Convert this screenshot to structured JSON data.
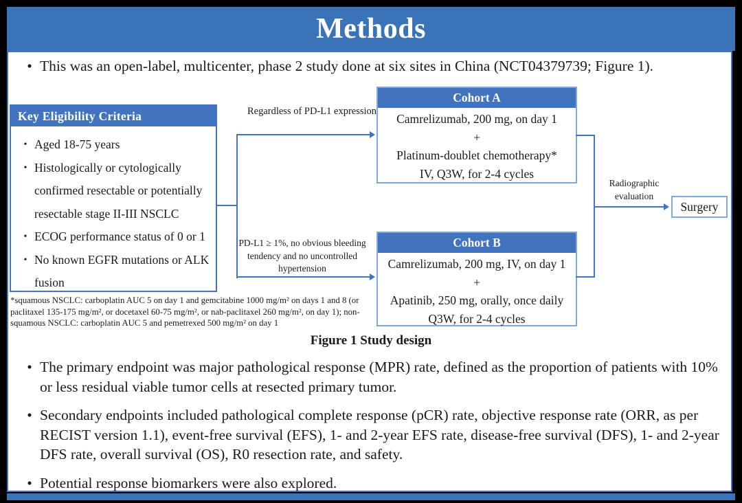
{
  "slide": {
    "title": "Methods",
    "intro_bullet": "This was an open-label, multicenter, phase 2 study done at six sites in China (NCT04379739; Figure 1).",
    "figure": {
      "eligibility": {
        "header": "Key  Eligibility Criteria",
        "items": [
          "Aged 18-75 years",
          "Histologically or cytologically confirmed resectable or potentially resectable stage II-III NSCLC",
          "ECOG performance status of 0 or 1",
          "No known EGFR mutations or ALK fusion"
        ]
      },
      "branch_labels": {
        "top": "Regardless of PD-L1 expression",
        "bottom": "PD-L1 ≥ 1%, no obvious bleeding tendency and no uncontrolled hypertension"
      },
      "cohort_a": {
        "header": "Cohort A",
        "lines": [
          "Camrelizumab, 200 mg, on day 1",
          "+",
          "Platinum-doublet chemotherapy*",
          "IV, Q3W, for 2-4 cycles"
        ]
      },
      "cohort_b": {
        "header": "Cohort B",
        "lines": [
          "Camrelizumab, 200 mg, IV, on day 1",
          "+",
          "Apatinib, 250 mg, orally, once daily",
          "Q3W, for 2-4 cycles"
        ]
      },
      "evaluation_label": "Radiographic evaluation",
      "surgery_label": "Surgery",
      "footnote": "*squamous NSCLC: carboplatin AUC 5 on day 1 and gemcitabine 1000 mg/m² on days 1 and 8 (or paclitaxel 135-175 mg/m², or docetaxel 60-75 mg/m², or nab-paclitaxel 260 mg/m², on day 1); non-squamous NSCLC: carboplatin AUC 5 and pemetrexed 500 mg/m² on day 1",
      "caption": "Figure 1 Study design"
    },
    "bullets": [
      "The primary endpoint was major pathological response (MPR) rate, defined as the proportion of patients with 10% or less residual viable tumor cells at resected primary tumor.",
      "Secondary endpoints included pathological complete response (pCR) rate, objective response rate (ORR, as per RECIST version 1.1), event-free survival (EFS), 1- and 2-year EFS rate, disease-free survival (DFS), 1- and 2-year DFS rate, overall survival (OS), R0 resection rate, and safety.",
      "Potential response biomarkers were also explored."
    ],
    "colors": {
      "title_bar": "#3a73b8",
      "box_header": "#4173be",
      "box_border_light": "#7fa8dc",
      "eligibility_border": "#4472c4",
      "arrow": "#4472c4",
      "frame": "#000000",
      "text": "#1a1a1a"
    }
  }
}
